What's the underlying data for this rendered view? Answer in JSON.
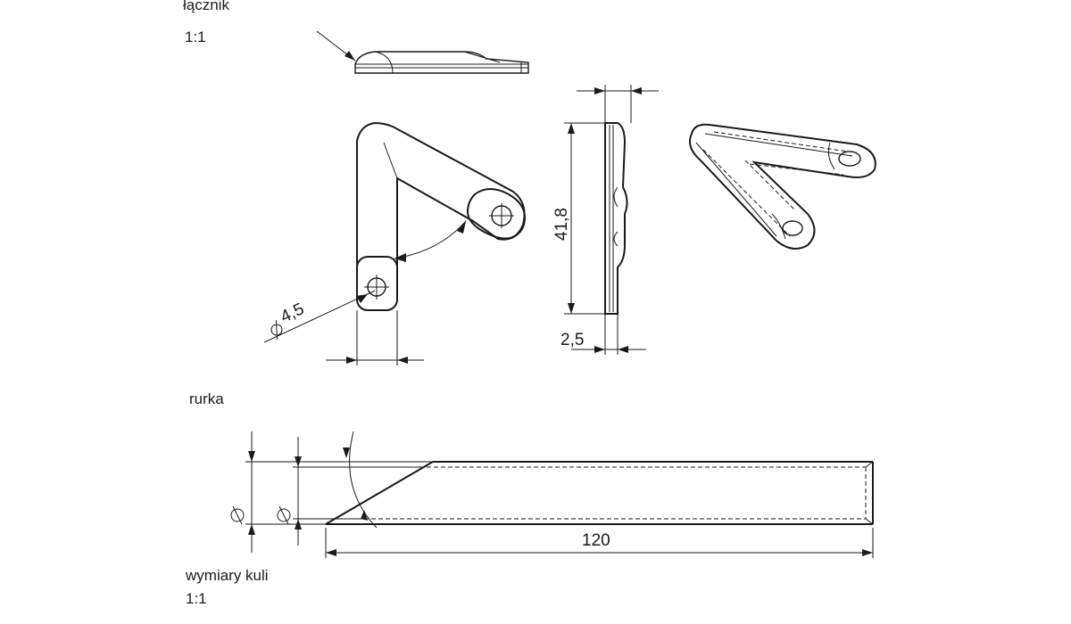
{
  "sheet": {
    "title_connector": "łącznik",
    "scale_connector": "1:1",
    "title_tube": "rurka",
    "title_ball": "wymiary kuli",
    "scale_ball": "1:1"
  },
  "dimensions": {
    "hole_diameter": "4,5",
    "height": "41,8",
    "thickness": "2,5",
    "tube_length": "120",
    "tube_outer_diameter_symbol": "⌀",
    "tube_inner_diameter_symbol": "⌀"
  }
}
